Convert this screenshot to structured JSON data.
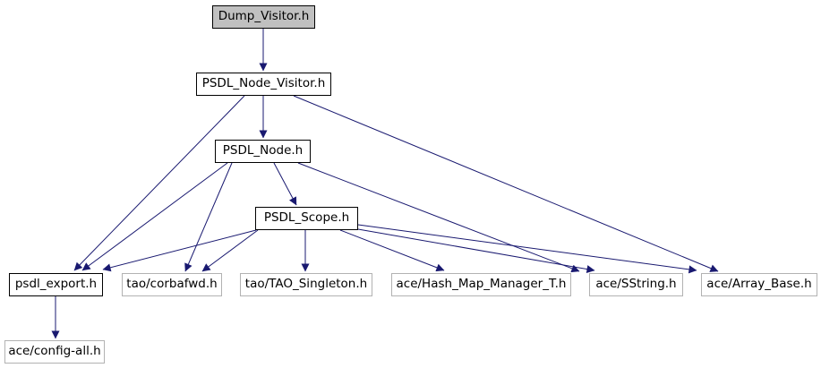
{
  "diagram": {
    "type": "include-dependency-graph",
    "background_color": "#ffffff",
    "edge_color": "#191970",
    "current_node_fill": "#c0c0c0",
    "documented_node_border": "#000000",
    "plain_node_border": "#b2b2b2",
    "nodes": {
      "dump_visitor": {
        "label": "Dump_Visitor.h"
      },
      "psdl_node_visitor": {
        "label": "PSDL_Node_Visitor.h"
      },
      "psdl_node": {
        "label": "PSDL_Node.h"
      },
      "psdl_scope": {
        "label": "PSDL_Scope.h"
      },
      "psdl_export": {
        "label": "psdl_export.h"
      },
      "tao_corbafwd": {
        "label": "tao/corbafwd.h"
      },
      "tao_singleton": {
        "label": "tao/TAO_Singleton.h"
      },
      "ace_hash_map": {
        "label": "ace/Hash_Map_Manager_T.h"
      },
      "ace_sstring": {
        "label": "ace/SString.h"
      },
      "ace_array_base": {
        "label": "ace/Array_Base.h"
      },
      "ace_config_all": {
        "label": "ace/config-all.h"
      }
    },
    "edges": [
      {
        "from": "dump_visitor",
        "to": "psdl_node_visitor"
      },
      {
        "from": "psdl_node_visitor",
        "to": "psdl_node"
      },
      {
        "from": "psdl_node_visitor",
        "to": "psdl_export"
      },
      {
        "from": "psdl_node_visitor",
        "to": "ace_array_base"
      },
      {
        "from": "psdl_node",
        "to": "psdl_scope"
      },
      {
        "from": "psdl_node",
        "to": "psdl_export"
      },
      {
        "from": "psdl_node",
        "to": "tao_corbafwd"
      },
      {
        "from": "psdl_node",
        "to": "ace_sstring"
      },
      {
        "from": "psdl_scope",
        "to": "psdl_export"
      },
      {
        "from": "psdl_scope",
        "to": "tao_corbafwd"
      },
      {
        "from": "psdl_scope",
        "to": "tao_singleton"
      },
      {
        "from": "psdl_scope",
        "to": "ace_hash_map"
      },
      {
        "from": "psdl_scope",
        "to": "ace_sstring"
      },
      {
        "from": "psdl_scope",
        "to": "ace_array_base"
      },
      {
        "from": "psdl_export",
        "to": "ace_config_all"
      }
    ]
  }
}
